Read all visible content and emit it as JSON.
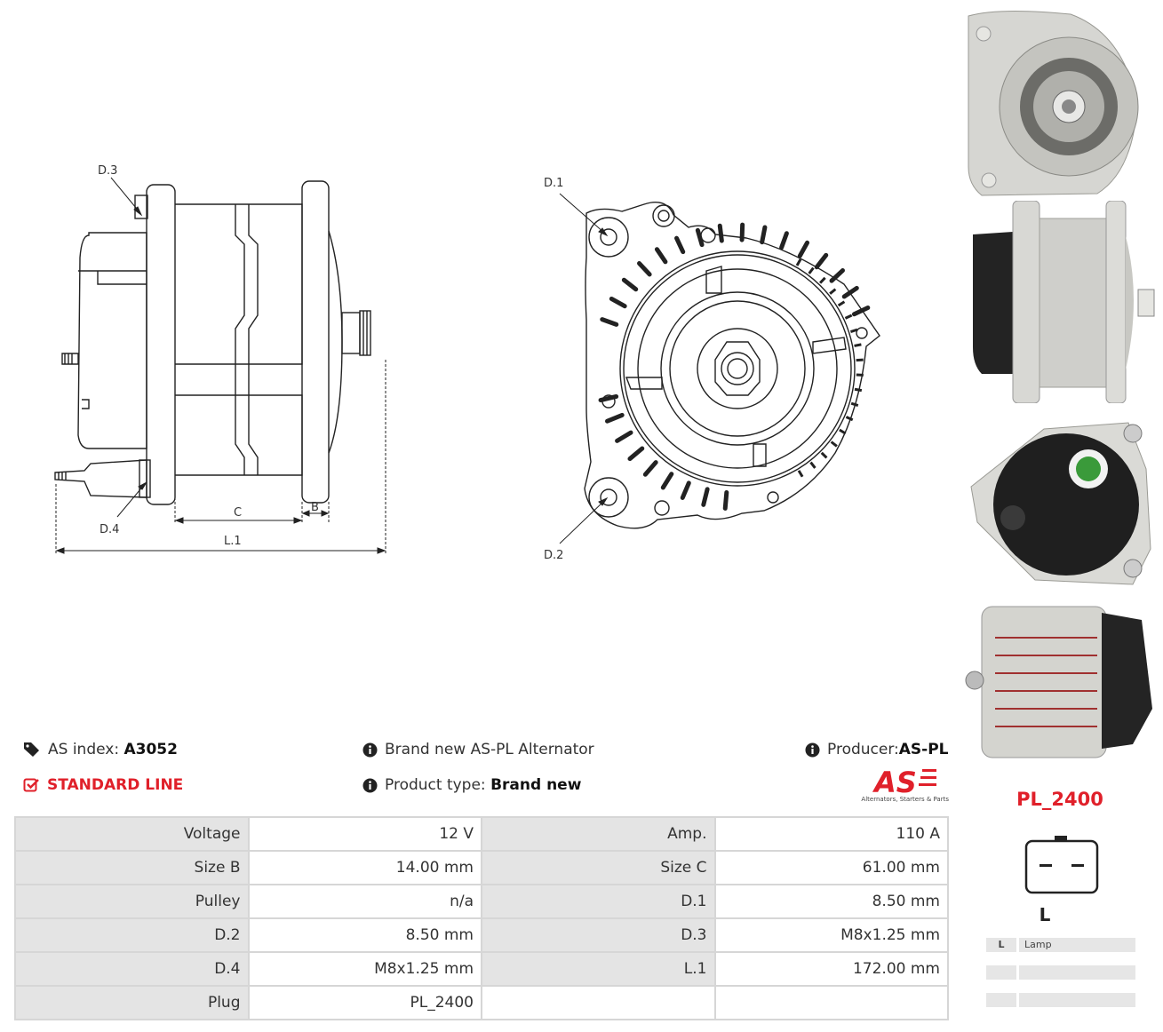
{
  "drawing_labels": {
    "d3": "D.3",
    "d4": "D.4",
    "c": "C",
    "b": "B",
    "l1": "L.1",
    "d1": "D.1",
    "d2": "D.2"
  },
  "info": {
    "as_index_label": "AS index:",
    "as_index_value": "A3052",
    "line": "STANDARD LINE",
    "brand_text": "Brand new AS-PL Alternator",
    "product_type_label": "Product type:",
    "product_type_value": "Brand new",
    "producer_label": "Producer:",
    "producer_value": "AS-PL",
    "logo_text": "AS",
    "logo_tagline": "Alternators, Starters & Parts"
  },
  "specs": [
    [
      "Voltage",
      "12 V",
      "Amp.",
      "110 A"
    ],
    [
      "Size B",
      "14.00 mm",
      "Size C",
      "61.00 mm"
    ],
    [
      "Pulley",
      "n/a",
      "D.1",
      "8.50 mm"
    ],
    [
      "D.2",
      "8.50 mm",
      "D.3",
      "M8x1.25 mm"
    ],
    [
      "D.4",
      "M8x1.25 mm",
      "L.1",
      "172.00 mm"
    ],
    [
      "Plug",
      "PL_2400",
      "",
      ""
    ]
  ],
  "plug": {
    "code": "PL_2400",
    "pin_label": "L",
    "pins": [
      {
        "key": "L",
        "value": "Lamp"
      },
      {
        "key": "",
        "value": ""
      },
      {
        "key": "",
        "value": ""
      }
    ]
  },
  "icons": {
    "tag": "tag-icon",
    "check": "check-square-icon",
    "info": "info-circle-icon"
  },
  "colors": {
    "accent_red": "#e0202a",
    "table_key_bg": "#e4e4e4",
    "table_border": "#d6d6d6"
  }
}
